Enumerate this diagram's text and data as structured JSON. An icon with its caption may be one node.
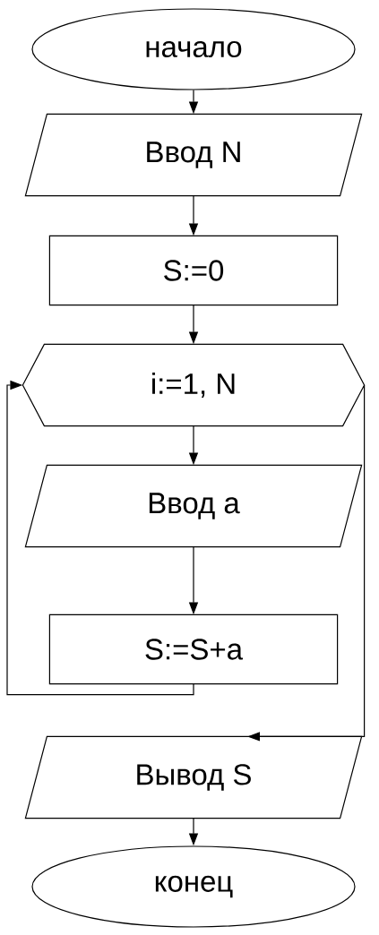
{
  "diagram": {
    "nodes": [
      {
        "text": [
          "начало"
        ]
      },
      {
        "text": [
          "Ввод N"
        ]
      },
      {
        "text": [
          "S:=0"
        ]
      },
      {
        "text": [
          "i:=1, N"
        ]
      },
      {
        "text": [
          "Ввод a"
        ]
      },
      {
        "text": [
          "S:=S+a"
        ]
      },
      {
        "text": [
          "Вывод S"
        ]
      },
      {
        "text": [
          "конец"
        ]
      }
    ],
    "edges": [
      {
        "from": 0,
        "to": 1,
        "arrow": "to"
      },
      {
        "from": 1,
        "to": 2,
        "arrow": "to"
      },
      {
        "from": 2,
        "to": 3,
        "arrow": "to"
      },
      {
        "from": 3,
        "to": 4,
        "arrow": "to"
      },
      {
        "from": 4,
        "to": 5,
        "arrow": "to"
      },
      {
        "from": 5,
        "to": 3,
        "arrow": "to"
      },
      {
        "from": 3,
        "to": 6,
        "arrow": "to"
      },
      {
        "from": 6,
        "to": 7,
        "arrow": "to"
      }
    ]
  }
}
